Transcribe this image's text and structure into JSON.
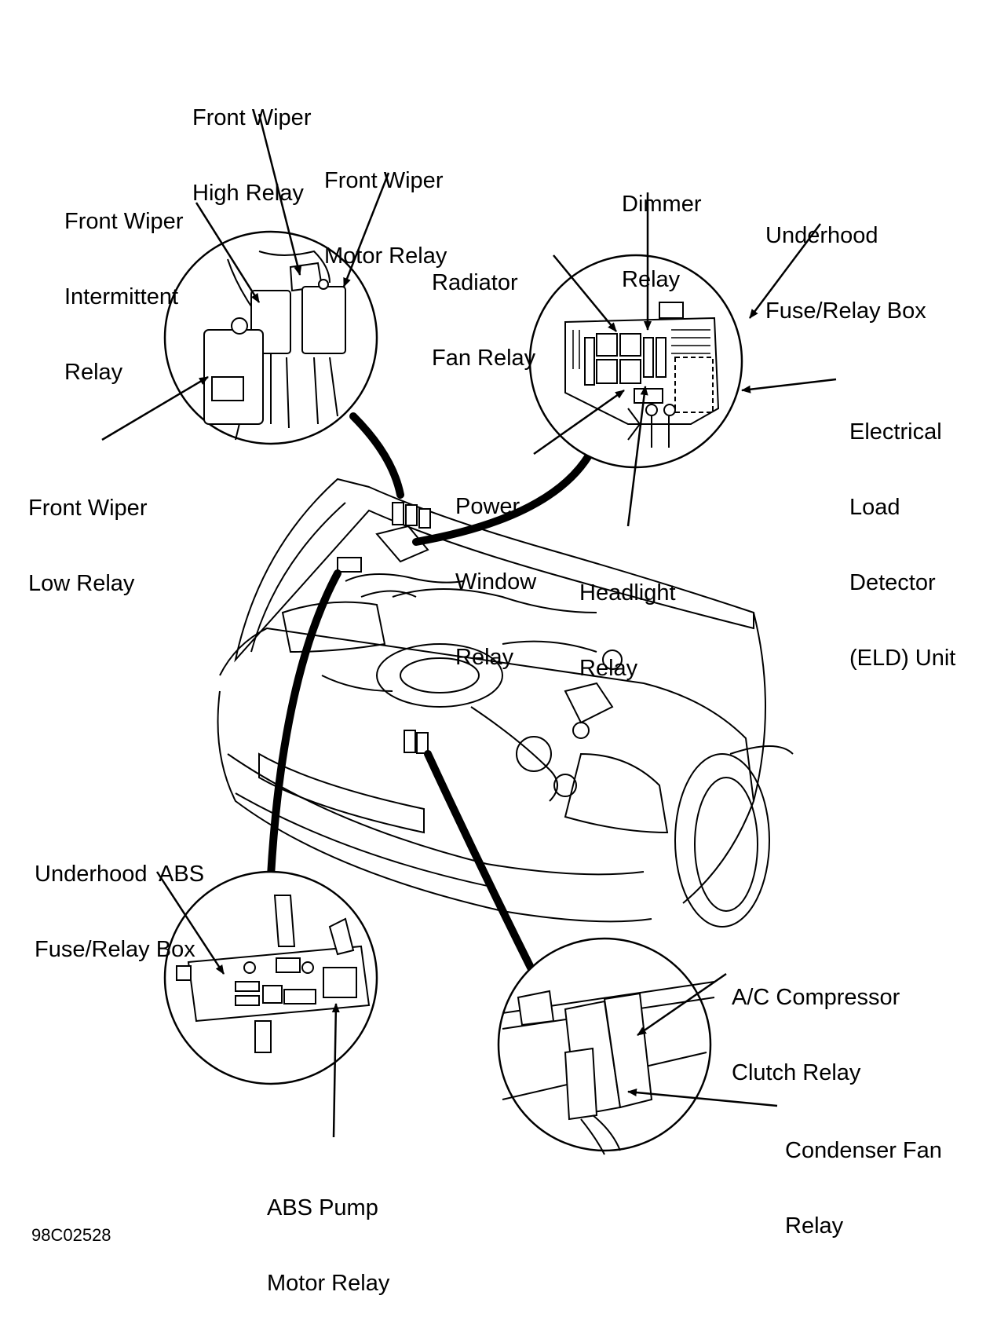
{
  "labels": {
    "front_wiper_high_relay": [
      "Front Wiper",
      "High Relay"
    ],
    "front_wiper_motor_relay": [
      "Front Wiper",
      "Motor Relay"
    ],
    "front_wiper_intermittent_relay": [
      "Front Wiper",
      "Intermittent",
      "Relay"
    ],
    "front_wiper_low_relay": [
      "Front Wiper",
      "Low Relay"
    ],
    "dimmer_relay": [
      "Dimmer",
      "Relay"
    ],
    "underhood_fuse_relay_box": [
      "Underhood",
      "Fuse/Relay Box"
    ],
    "radiator_fan_relay": [
      "Radiator",
      "Fan Relay"
    ],
    "electrical_load_detector": [
      "Electrical",
      "Load",
      "Detector",
      "(ELD) Unit"
    ],
    "power_window_relay": [
      "Power",
      "Window",
      "Relay"
    ],
    "headlight_relay": [
      "Headlight",
      "Relay"
    ],
    "underhood_abs_fuse_relay_box": [
      "Underhood  ABS",
      "Fuse/Relay Box"
    ],
    "abs_pump_motor_relay": [
      "ABS Pump",
      "Motor Relay"
    ],
    "ac_compressor_clutch_relay": [
      "A/C Compressor",
      "Clutch Relay"
    ],
    "condenser_fan_relay": [
      "Condenser Fan",
      "Relay"
    ]
  },
  "figure_code": "98C02528"
}
